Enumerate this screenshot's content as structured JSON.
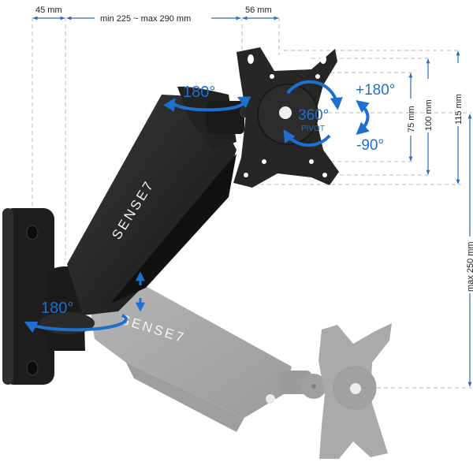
{
  "brand": "SENSE7",
  "colors": {
    "accent_blue": "#1e6fd0",
    "dimension_line": "#2a6cb5",
    "guide_dash": "#b0b0b0",
    "arm_dark": "#232323",
    "arm_ghost": "#9a9a9a"
  },
  "dimensions": {
    "top": {
      "wall_offset": "45 mm",
      "arm_reach": "min 225 ~ max 290 mm",
      "head_offset": "56 mm"
    },
    "right": {
      "vesa_75": "75 mm",
      "vesa_100": "100 mm",
      "plate_height": "115 mm",
      "height_travel": "max 250 mm"
    }
  },
  "rotations": {
    "head_swivel": "180°",
    "base_swivel": "180°",
    "pivot_value": "360°",
    "pivot_label": "PIVOT",
    "tilt_up": "+180°",
    "tilt_down": "-90°"
  },
  "icons": {
    "height_adjust": "double-arrow-vertical",
    "tilt": "curved-double-arrow",
    "pivot": "circular-arrows",
    "swivel": "elliptical-arrow"
  }
}
